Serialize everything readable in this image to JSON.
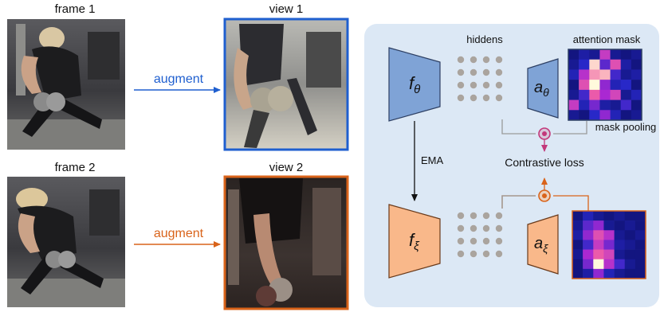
{
  "frames": [
    {
      "label": "frame 1"
    },
    {
      "label": "frame 2"
    }
  ],
  "views": [
    {
      "label": "view 1",
      "border_color": "#1f5fcf"
    },
    {
      "label": "view 2",
      "border_color": "#d9631a"
    }
  ],
  "augment": [
    {
      "label": "augment",
      "color": "#1f5fcf"
    },
    {
      "label": "augment",
      "color": "#d9631a"
    }
  ],
  "panel": {
    "background": "#dce8f5",
    "hiddens_label": "hiddens",
    "attention_mask_label": "attention mask",
    "mask_pooling_label": "mask pooling",
    "contrastive_loss_label": "Contrastive loss",
    "ema_label": "EMA",
    "encoders": {
      "online": {
        "symbol": "f",
        "subscript": "θ",
        "color": "#7fa3d6"
      },
      "target": {
        "symbol": "f",
        "subscript": "ξ",
        "color": "#f9b88a"
      }
    },
    "heads": {
      "online": {
        "symbol": "a",
        "subscript": "θ",
        "color": "#7fa3d6"
      },
      "target": {
        "symbol": "a",
        "subscript": "ξ",
        "color": "#f9b88a"
      }
    },
    "pool_colors": {
      "online": "#c2387a",
      "target": "#d9631a"
    }
  },
  "attention_masks": {
    "top": [
      [
        0.05,
        0.15,
        0.1,
        0.6,
        0.1,
        0.05,
        0.1
      ],
      [
        0.1,
        0.25,
        0.95,
        0.35,
        0.7,
        0.15,
        0.05
      ],
      [
        0.2,
        0.55,
        0.85,
        0.9,
        0.3,
        0.1,
        0.15
      ],
      [
        0.05,
        0.7,
        1.0,
        0.45,
        0.2,
        0.25,
        0.05
      ],
      [
        0.1,
        0.3,
        0.75,
        0.5,
        0.65,
        0.1,
        0.2
      ],
      [
        0.6,
        0.2,
        0.4,
        0.15,
        0.1,
        0.3,
        0.05
      ],
      [
        0.1,
        0.05,
        0.25,
        0.45,
        0.2,
        0.05,
        0.1
      ]
    ],
    "bottom": [
      [
        0.05,
        0.2,
        0.1,
        0.05,
        0.1,
        0.05,
        0.05
      ],
      [
        0.1,
        0.35,
        0.45,
        0.1,
        0.05,
        0.1,
        0.05
      ],
      [
        0.15,
        0.45,
        0.7,
        0.55,
        0.1,
        0.05,
        0.1
      ],
      [
        0.05,
        0.3,
        0.6,
        0.4,
        0.15,
        0.1,
        0.05
      ],
      [
        0.1,
        0.5,
        0.75,
        0.65,
        0.1,
        0.05,
        0.05
      ],
      [
        0.05,
        0.4,
        1.0,
        0.55,
        0.3,
        0.1,
        0.05
      ],
      [
        0.05,
        0.15,
        0.45,
        0.2,
        0.1,
        0.05,
        0.05
      ]
    ]
  }
}
